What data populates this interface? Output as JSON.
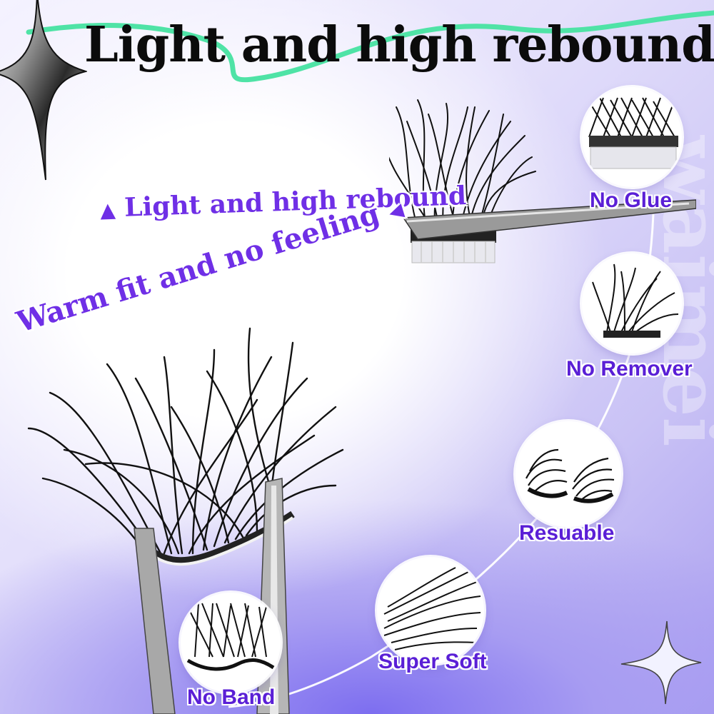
{
  "title": "Light and high rebound",
  "slogans": {
    "light": "Light and high rebound",
    "warm": "Warm fit and no feeling"
  },
  "watermark": "waimei",
  "features": [
    {
      "label": "No Glue"
    },
    {
      "label": "No Remover"
    },
    {
      "label": "Resuable"
    },
    {
      "label": "Super Soft"
    },
    {
      "label": "No Band"
    }
  ],
  "colors": {
    "accent_purple": "#6f2fe6",
    "label_purple": "#5a1fd6",
    "ribbon_green": "#4fe3a6",
    "background_lavender": "#c9c2f5"
  },
  "icons": [
    "four-point-star-icon",
    "tweezers",
    "lash-cluster"
  ]
}
